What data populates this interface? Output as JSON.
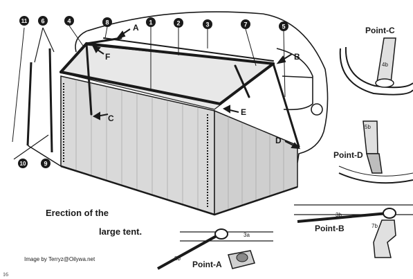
{
  "caption": {
    "line1": "Erection of the",
    "line2": "large tent."
  },
  "credit": "Image by Terryz@Oilywa.net",
  "page_number": "16",
  "arrow_labels": [
    "A",
    "B",
    "C",
    "D",
    "E",
    "F"
  ],
  "part_numbers": [
    "1",
    "2",
    "3",
    "4",
    "5",
    "6",
    "7",
    "8",
    "9",
    "10",
    "11"
  ],
  "inset_titles": {
    "c": "Point-C",
    "d": "Point-D",
    "b": "Point-B",
    "a": "Point-A"
  },
  "inset_parts": {
    "c": "4b",
    "d": "5b",
    "b1": "3b",
    "b2": "7b",
    "a1": "3a",
    "a2": "8b"
  },
  "colors": {
    "ink": "#1a1a1a",
    "paper": "#ffffff",
    "tent": "#d9d9d9",
    "grey": "#9a9a9a"
  }
}
